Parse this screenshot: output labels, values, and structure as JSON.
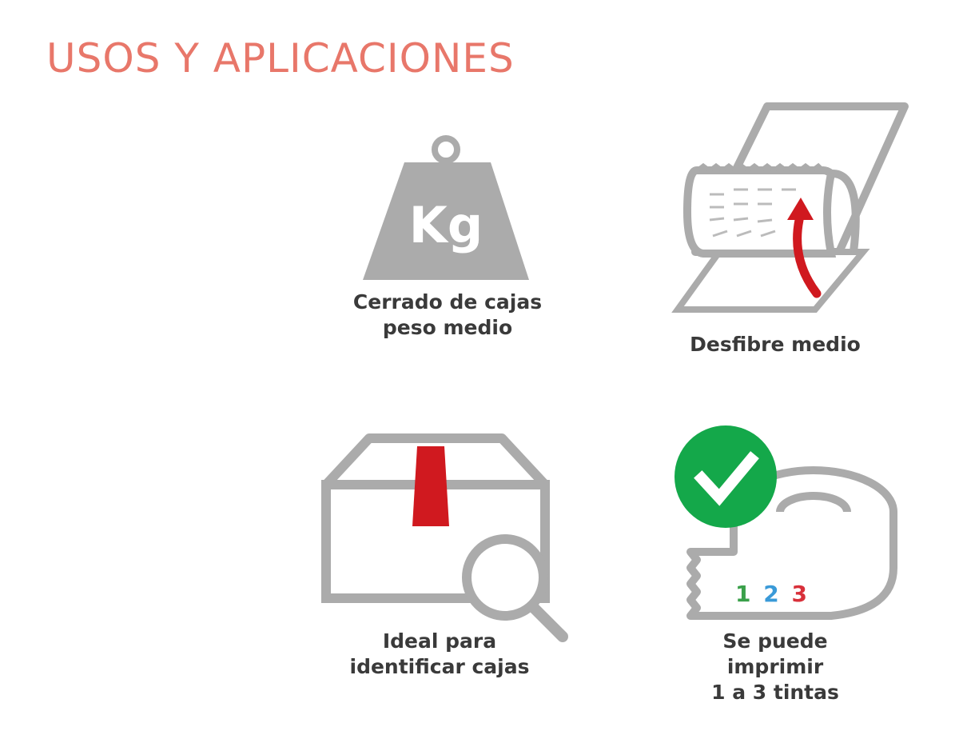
{
  "header": {
    "title": "USOS Y APLICACIONES"
  },
  "colors": {
    "title": "#e8776a",
    "icon_gray": "#ababab",
    "accent_red": "#d0191f",
    "check_green": "#14a84a",
    "caption": "#3a3a3a"
  },
  "items": [
    {
      "icon": "kg-weight-icon",
      "weight_label": "Kg",
      "caption_lines": [
        "Cerrado de cajas",
        "peso medio"
      ]
    },
    {
      "icon": "tape-peel-icon",
      "caption_lines": [
        "Desfibre medio"
      ]
    },
    {
      "icon": "box-magnifier-icon",
      "caption_lines": [
        "Ideal para",
        "identificar cajas"
      ]
    },
    {
      "icon": "printed-tape-roll-icon",
      "print_numbers": [
        "1",
        "2",
        "3"
      ],
      "print_colors": [
        "#3aa04a",
        "#3a9ad8",
        "#d8303a"
      ],
      "caption_lines": [
        "Se puede",
        "imprimir",
        "1 a 3 tintas"
      ]
    }
  ]
}
